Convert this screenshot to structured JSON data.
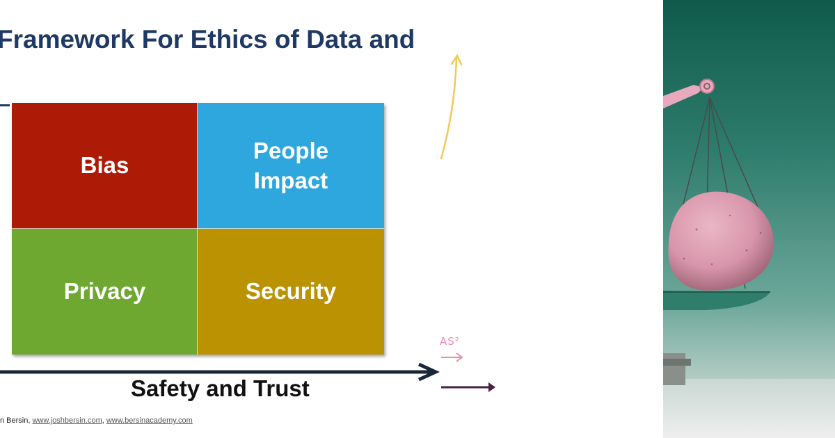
{
  "title": "Framework For Ethics of Data and",
  "quadrants": [
    {
      "label": "Bias",
      "color": "#ad1b06"
    },
    {
      "label": "People\nImpact",
      "color": "#2ea7df"
    },
    {
      "label": "Privacy",
      "color": "#6ea830"
    },
    {
      "label": "Security",
      "color": "#bb9202"
    }
  ],
  "axis_label": "Safety and Trust",
  "footer": {
    "prefix": "n Bersin, ",
    "link1": "www.joshbersin.com",
    "separator": ", ",
    "link2": "www.bersinacademy.com"
  },
  "sketch_text": "AS²",
  "colors": {
    "title": "#1f3864",
    "axis": "#17283a",
    "sketch_yellow": "#f3c85a",
    "sketch_pink": "#ef8aa3",
    "sketch_plum": "#4a1f45"
  },
  "photo": {
    "icon": "balance-scale-with-rock-icon"
  }
}
